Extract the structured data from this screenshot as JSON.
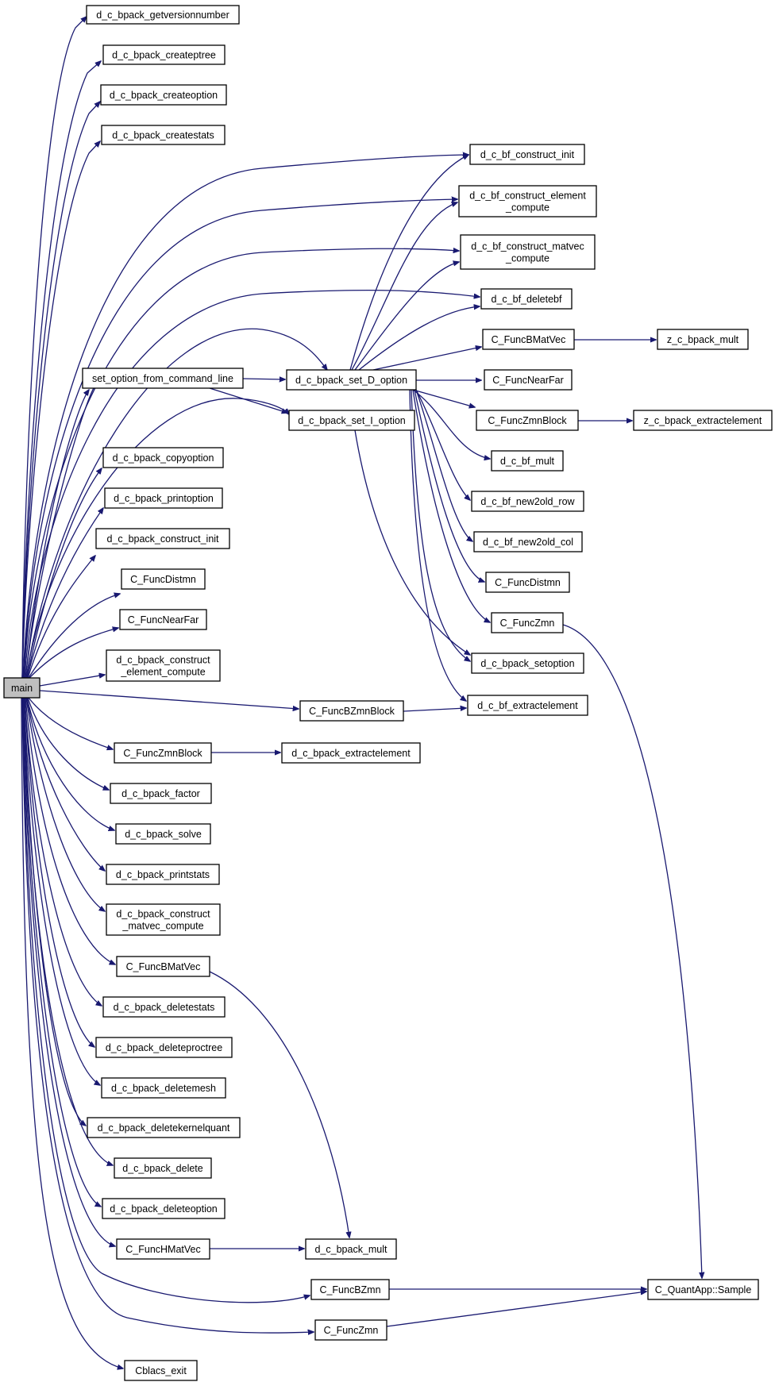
{
  "diagram": {
    "type": "call-graph",
    "edge_color": "#191970",
    "root_fill": "#bfbfbf",
    "nodes": [
      {
        "id": "main",
        "label": "main",
        "root": true
      },
      {
        "id": "getversion",
        "label": "d_c_bpack_getversionnumber"
      },
      {
        "id": "createptree",
        "label": "d_c_bpack_createptree"
      },
      {
        "id": "createoption",
        "label": "d_c_bpack_createoption"
      },
      {
        "id": "createstats",
        "label": "d_c_bpack_createstats"
      },
      {
        "id": "set_opt_cmd",
        "label": "set_option_from_command_line"
      },
      {
        "id": "copyoption",
        "label": "d_c_bpack_copyoption"
      },
      {
        "id": "printoption",
        "label": "d_c_bpack_printoption"
      },
      {
        "id": "construct_init",
        "label": "d_c_bpack_construct_init"
      },
      {
        "id": "distmn1",
        "label": "C_FuncDistmn"
      },
      {
        "id": "nearfar1",
        "label": "C_FuncNearFar"
      },
      {
        "id": "construct_elem",
        "label": "d_c_bpack_construct\n_element_compute"
      },
      {
        "id": "zmnblock1",
        "label": "C_FuncZmnBlock"
      },
      {
        "id": "factor",
        "label": "d_c_bpack_factor"
      },
      {
        "id": "solve",
        "label": "d_c_bpack_solve"
      },
      {
        "id": "printstats",
        "label": "d_c_bpack_printstats"
      },
      {
        "id": "construct_matvec",
        "label": "d_c_bpack_construct\n_matvec_compute"
      },
      {
        "id": "bmatvec1",
        "label": "C_FuncBMatVec"
      },
      {
        "id": "deletestats",
        "label": "d_c_bpack_deletestats"
      },
      {
        "id": "deleteproctree",
        "label": "d_c_bpack_deleteproctree"
      },
      {
        "id": "deletemesh",
        "label": "d_c_bpack_deletemesh"
      },
      {
        "id": "deletekernelquant",
        "label": "d_c_bpack_deletekernelquant"
      },
      {
        "id": "delete",
        "label": "d_c_bpack_delete"
      },
      {
        "id": "deleteoption",
        "label": "d_c_bpack_deleteoption"
      },
      {
        "id": "hmatvec",
        "label": "C_FuncHMatVec"
      },
      {
        "id": "bzmn",
        "label": "C_FuncBZmn"
      },
      {
        "id": "zmn1",
        "label": "C_FuncZmn"
      },
      {
        "id": "cblacs",
        "label": "Cblacs_exit"
      },
      {
        "id": "setD",
        "label": "d_c_bpack_set_D_option"
      },
      {
        "id": "setI",
        "label": "d_c_bpack_set_I_option"
      },
      {
        "id": "bzmnblock",
        "label": "C_FuncBZmnBlock"
      },
      {
        "id": "extract1",
        "label": "d_c_bpack_extractelement"
      },
      {
        "id": "bpack_mult",
        "label": "d_c_bpack_mult"
      },
      {
        "id": "bf_init",
        "label": "d_c_bf_construct_init"
      },
      {
        "id": "bf_elem",
        "label": "d_c_bf_construct_element\n_compute"
      },
      {
        "id": "bf_matvec",
        "label": "d_c_bf_construct_matvec\n_compute"
      },
      {
        "id": "bf_delete",
        "label": "d_c_bf_deletebf"
      },
      {
        "id": "bmatvec2",
        "label": "C_FuncBMatVec"
      },
      {
        "id": "nearfar2",
        "label": "C_FuncNearFar"
      },
      {
        "id": "zmnblock2",
        "label": "C_FuncZmnBlock"
      },
      {
        "id": "bf_mult",
        "label": "d_c_bf_mult"
      },
      {
        "id": "bf_row",
        "label": "d_c_bf_new2old_row"
      },
      {
        "id": "bf_col",
        "label": "d_c_bf_new2old_col"
      },
      {
        "id": "distmn2",
        "label": "C_FuncDistmn"
      },
      {
        "id": "zmn2",
        "label": "C_FuncZmn"
      },
      {
        "id": "setoption",
        "label": "d_c_bpack_setoption"
      },
      {
        "id": "bf_extract",
        "label": "d_c_bf_extractelement"
      },
      {
        "id": "z_mult",
        "label": "z_c_bpack_mult"
      },
      {
        "id": "z_extract",
        "label": "z_c_bpack_extractelement"
      },
      {
        "id": "sample",
        "label": "C_QuantApp::Sample"
      }
    ]
  }
}
